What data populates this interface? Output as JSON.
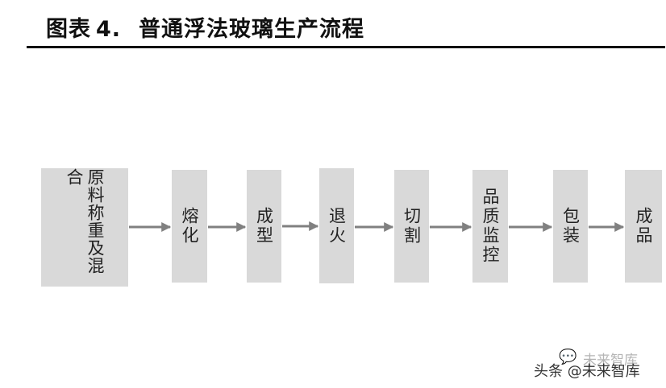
{
  "figure": {
    "label": "图表",
    "number": "4.",
    "title": "普通浮法玻璃生产流程"
  },
  "flow": {
    "steps": [
      {
        "label": "原料称重及混合"
      },
      {
        "label": "熔化"
      },
      {
        "label": "成型"
      },
      {
        "label": "退火"
      },
      {
        "label": "切割"
      },
      {
        "label": "品质监控"
      },
      {
        "label": "包装"
      },
      {
        "label": "成品"
      }
    ]
  },
  "colors": {
    "box_fill": "#d9d9d9",
    "arrow": "#808080",
    "text": "#222222"
  },
  "watermark": {
    "text_a": "未来智库",
    "text_b": "头条 @未来智库",
    "icon": "chat-bubble-icon"
  }
}
